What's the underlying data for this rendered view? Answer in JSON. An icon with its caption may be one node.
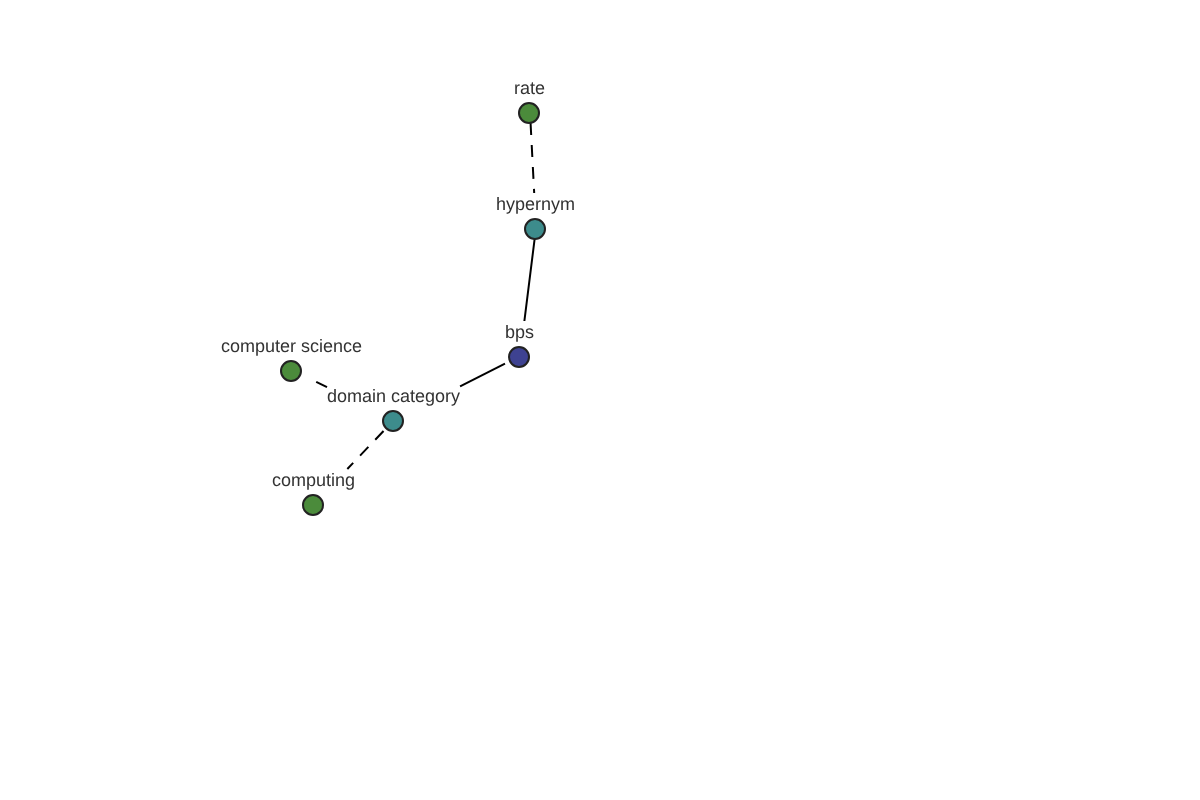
{
  "diagram": {
    "nodes": [
      {
        "text": [
          "rate"
        ]
      },
      {
        "text": [
          "hypernym"
        ]
      },
      {
        "text": [
          "bps"
        ]
      },
      {
        "text": [
          "computer science"
        ]
      },
      {
        "text": [
          "domain category"
        ]
      },
      {
        "text": [
          "computing"
        ]
      }
    ],
    "edges": [
      {
        "from": 0,
        "to": 1,
        "arrow": "none",
        "style": "dashed"
      },
      {
        "from": 1,
        "to": 2,
        "arrow": "none"
      },
      {
        "from": 2,
        "to": 4,
        "arrow": "none"
      },
      {
        "from": 4,
        "to": 3,
        "arrow": "none",
        "style": "dashed"
      },
      {
        "from": 4,
        "to": 5,
        "arrow": "none",
        "style": "dashed"
      }
    ]
  }
}
